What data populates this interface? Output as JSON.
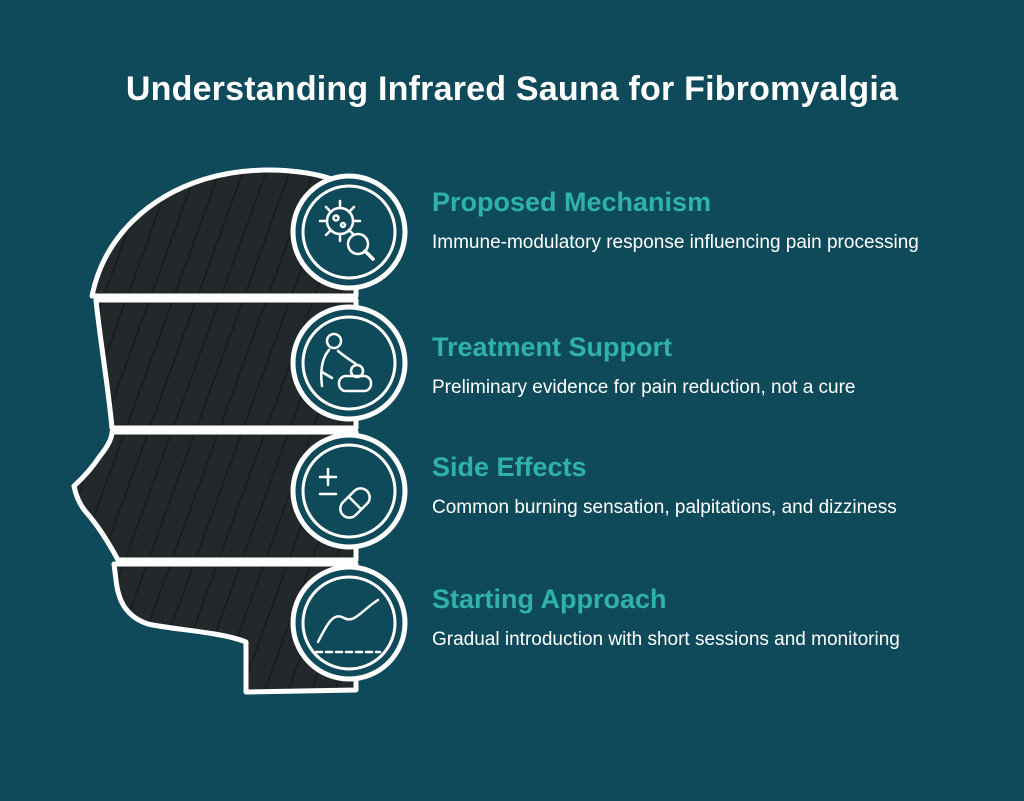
{
  "title": "Understanding Infrared Sauna for Fibromyalgia",
  "colors": {
    "background": "#0f4a5a",
    "accent": "#2fb2a8",
    "head_fill": "#23282a",
    "outline": "#ffffff"
  },
  "items": [
    {
      "heading": "Proposed Mechanism",
      "body": "Immune-modulatory response influencing pain processing",
      "icon": "virus-magnifier-icon"
    },
    {
      "heading": "Treatment Support",
      "body": "Preliminary evidence for pain reduction, not a cure",
      "icon": "caregiver-patient-icon"
    },
    {
      "heading": "Side Effects",
      "body": "Common burning sensation, palpitations, and dizziness",
      "icon": "plus-minus-pill-icon"
    },
    {
      "heading": "Starting Approach",
      "body": "Gradual introduction with short sessions and monitoring",
      "icon": "rising-curve-icon"
    }
  ]
}
